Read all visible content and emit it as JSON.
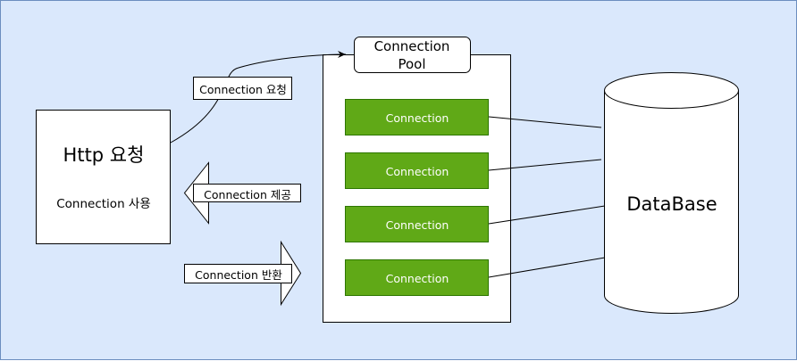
{
  "http_box": {
    "title": "Http 요청",
    "subtitle": "Connection 사용"
  },
  "edge_labels": {
    "request": "Connection 요청",
    "provide": "Connection 제공",
    "return": "Connection 반환"
  },
  "pool": {
    "label": "Connection Pool",
    "connections": [
      "Connection",
      "Connection",
      "Connection",
      "Connection"
    ]
  },
  "database": {
    "label": "DataBase"
  },
  "colors": {
    "background": "#dae8fc",
    "border": "#6c8ebf",
    "connection_fill": "#60a917",
    "connection_stroke": "#2d7600",
    "connection_text": "#ffffff"
  }
}
